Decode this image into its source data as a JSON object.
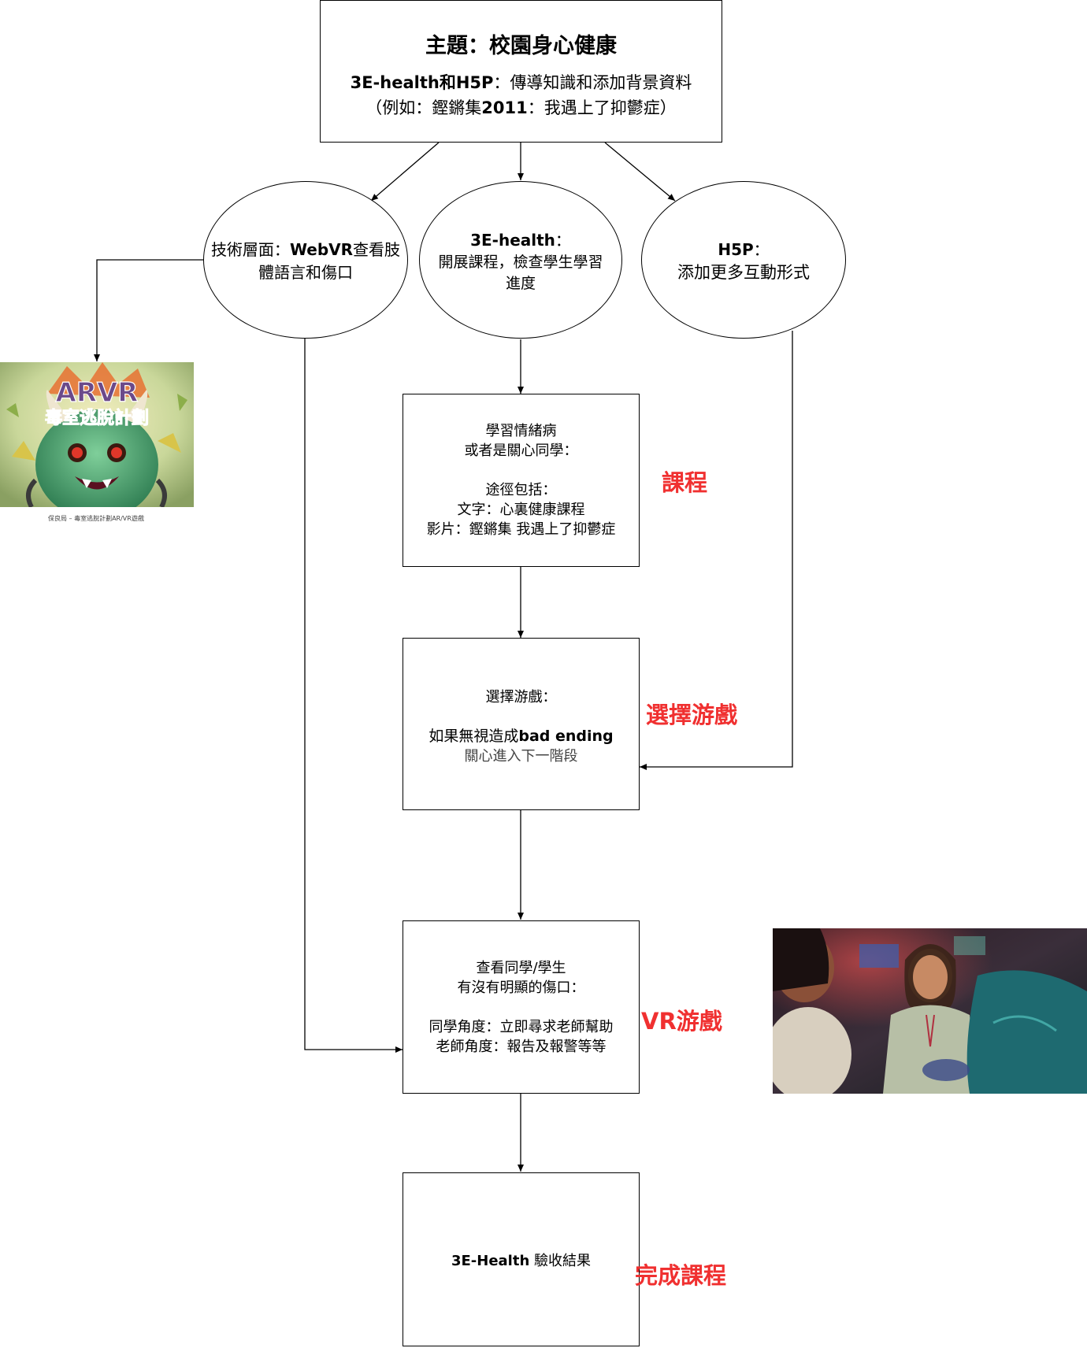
{
  "top_box": {
    "title": "主題：校園身心健康",
    "line1_bold": "3E-health和H5P",
    "line1_rest": "：傳導知識和添加背景資料",
    "line2_pre": "（例如：鏗鏘集",
    "line2_bold": "2011",
    "line2_post": "：我遇上了抑鬱症）"
  },
  "ellipses": {
    "tech": {
      "line1_pre": "技術層面：",
      "line1_bold": "WebVR",
      "line1_post": "查看肢",
      "line2": "體語言和傷口"
    },
    "health": {
      "line1_bold": "3E-health",
      "line1_rest": "：",
      "line2": "開展課程，檢查學生學習",
      "line3": "進度"
    },
    "h5p": {
      "line1_bold": "H5P",
      "line1_rest": "：",
      "line2": "添加更多互動形式"
    }
  },
  "boxes": {
    "learn": {
      "lines": [
        "學習情緒病",
        "或者是關心同學：",
        "",
        "途徑包括：",
        "文字：心裏健康課程",
        "影片：鏗鏘集 我遇上了抑鬱症"
      ]
    },
    "choose": {
      "line1": "選擇游戲：",
      "line2": "",
      "line3_pre": "如果無視造成",
      "line3_bold": "bad ending",
      "line4": "關心進入下一階段"
    },
    "vr": {
      "lines": [
        "查看同學/學生",
        "有沒有明顯的傷口：",
        "",
        "同學角度：立即尋求老師幫助",
        "老師角度：報告及報警等等"
      ]
    },
    "result": {
      "text_bold": "3E-Health",
      "text_rest": " 驗收結果"
    }
  },
  "side_labels": {
    "course": "課程",
    "choose_game": "選擇游戲",
    "vr_game": "VR游戲",
    "finish": "完成課程"
  },
  "images": {
    "arvr_title": "ARVR",
    "arvr_subtitle": "毒室逃脫計劃",
    "arvr_caption": "保良局 – 毒室逃脫計劃AR/VR遊戲"
  },
  "colors": {
    "accent_red": "#f03030",
    "line": "#000000"
  }
}
